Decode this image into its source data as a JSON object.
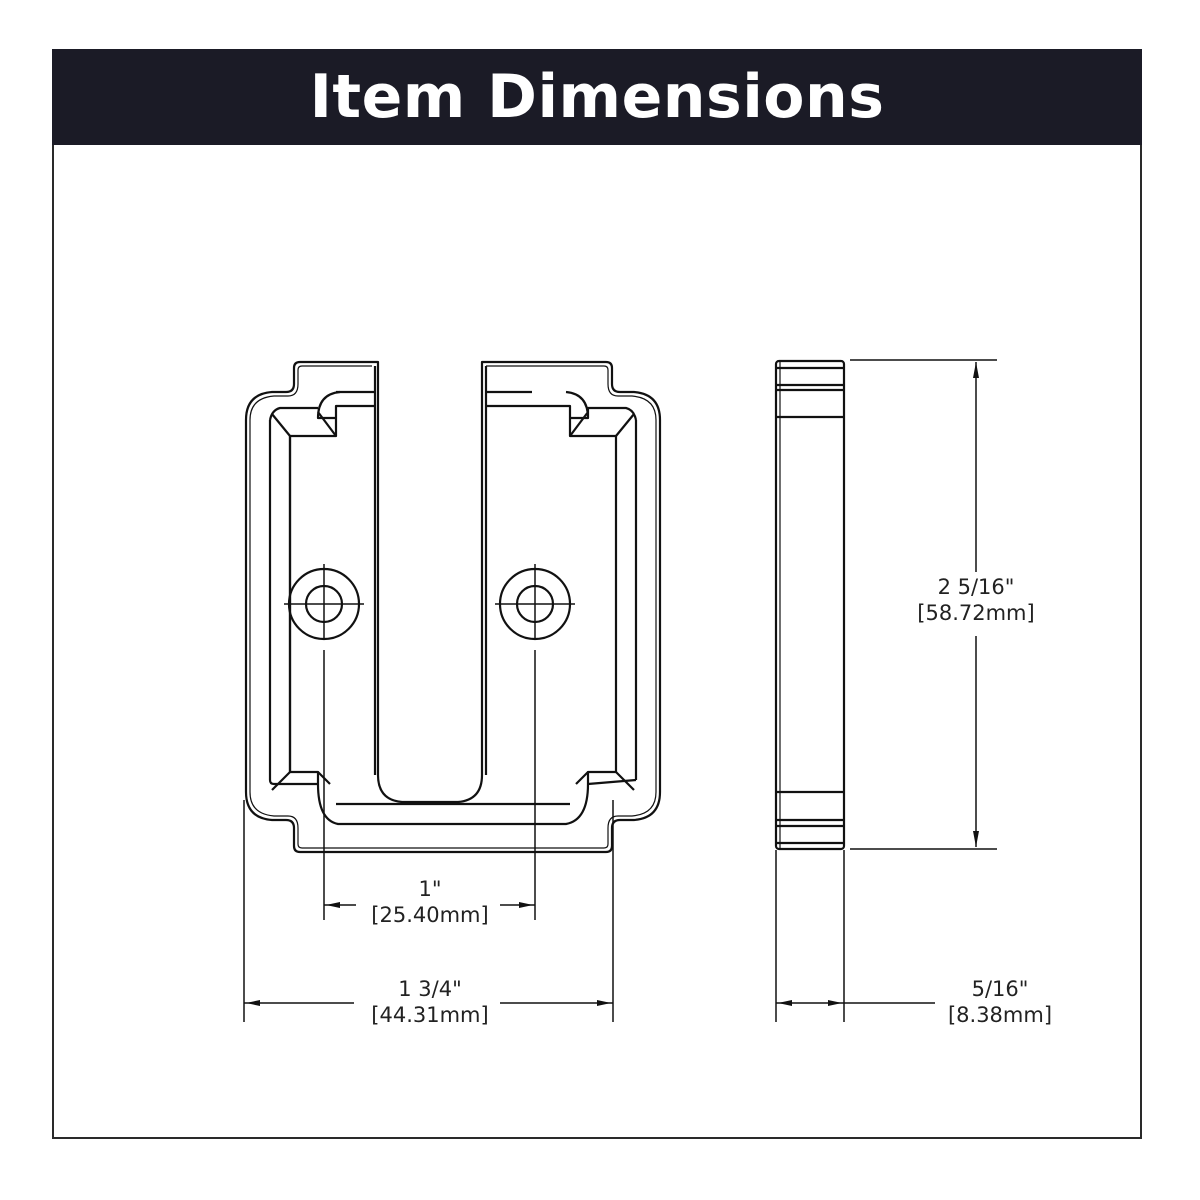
{
  "header": {
    "title": "Item Dimensions",
    "background": "#1b1b26",
    "text_color": "#ffffff"
  },
  "views": {
    "front": {
      "label": "front-view"
    },
    "side": {
      "label": "side-view"
    }
  },
  "dimensions": {
    "hole_spacing": {
      "imperial": "1\"",
      "metric": "[25.40mm]"
    },
    "width": {
      "imperial": "1 3/4\"",
      "metric": "[44.31mm]"
    },
    "height": {
      "imperial": "2 5/16\"",
      "metric": "[58.72mm]"
    },
    "depth": {
      "imperial": "5/16\"",
      "metric": "[8.38mm]"
    }
  }
}
